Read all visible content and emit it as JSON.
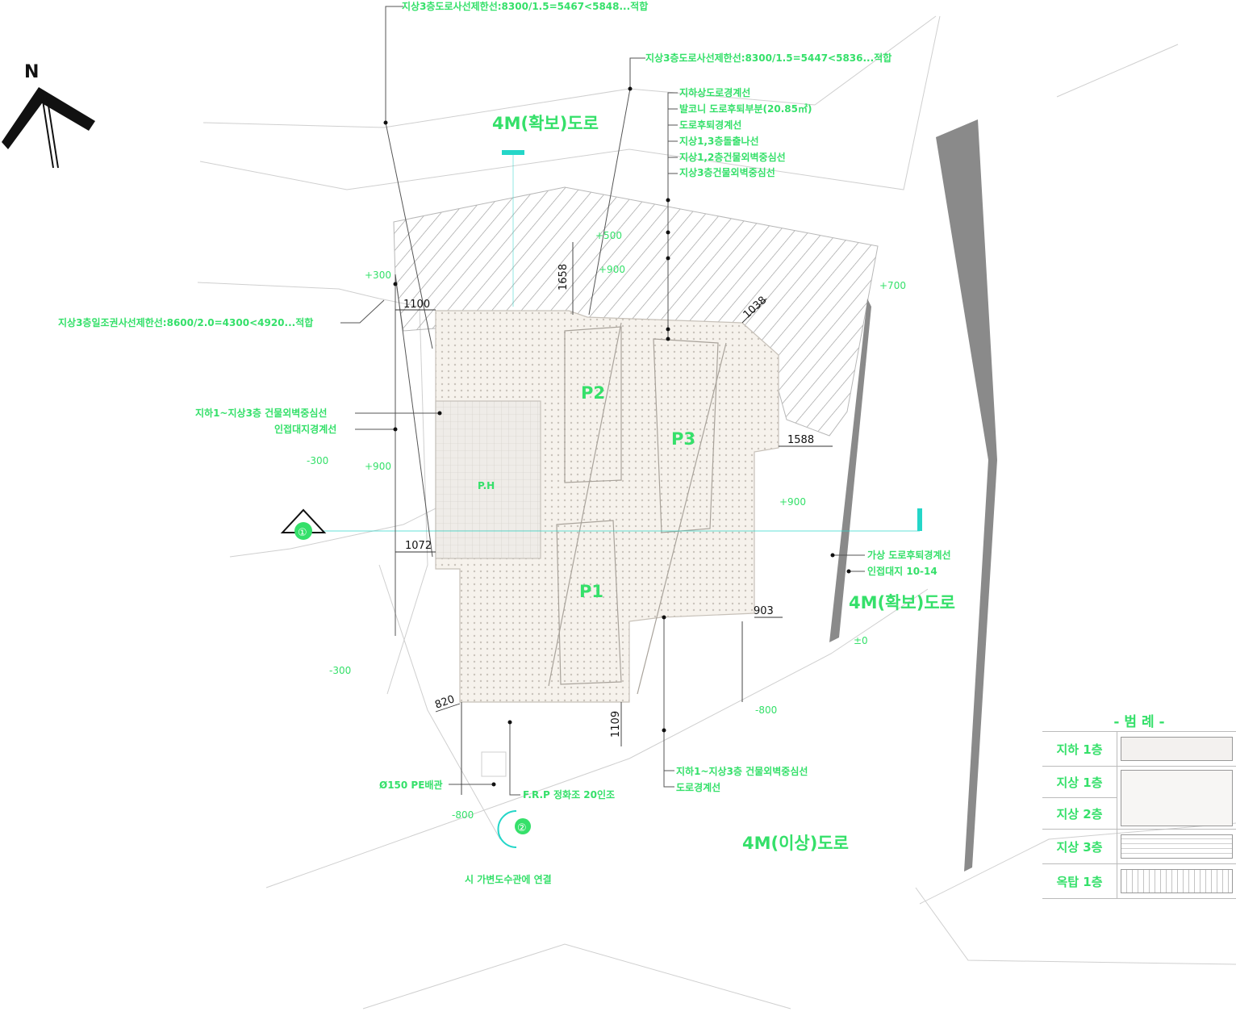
{
  "north": {
    "label": "N"
  },
  "roads": {
    "north": "4M(확보)도로",
    "east": "4M(확보)도로",
    "south": "4M(이상)도로"
  },
  "zones": {
    "p1": "P1",
    "p2": "P2",
    "p3": "P3",
    "ph": "P.H"
  },
  "section_marks": {
    "left": "①",
    "bottom": "②"
  },
  "callouts": {
    "top1": "지상3층도로사선제한선:8300/1.5=5467<5848...적합",
    "top2": "지상3층도로사선제한선:8300/1.5=5447<5836...적합",
    "n1": "지하상도로경계선",
    "n2": "발코니 도로후퇴부분(20.85㎡)",
    "n3": "도로후퇴경계선",
    "n4": "지상1,3층돌출나선",
    "n5": "지상1,2층건물외벽중심선",
    "n6": "지상3층건물외벽중심선",
    "west_slant": "지상3층일조권사선제한선:8600/2.0=4300<4920...적합",
    "west_wall": "지하1~지상3층 건물외벽중심선",
    "west_site": "인접대지경계선",
    "east_road": "가상 도로후퇴경계선",
    "east_lot": "인접대지 10-14",
    "south_wall": "지하1~지상3층 건물외벽중심선",
    "south_road": "도로경계선",
    "pipe_a": "Ø150 PE배관",
    "pipe_b": "F.R.P 정화조 20인조",
    "bottom_note": "시 가변도수관에 연결"
  },
  "dimensions": {
    "d1100": "1100",
    "d1658": "1658",
    "d1038": "1038",
    "d1588": "1588",
    "d1072": "1072",
    "d903": "903",
    "d820": "820",
    "d1109": "1109"
  },
  "levels": {
    "l_top": "+500",
    "l_900a": "+900",
    "l_300a": "+300",
    "l_east": "+700",
    "l_west1": "-300",
    "l_west2": "+900",
    "l_mid": "+900",
    "l_sw": "-300",
    "l_south": "-800",
    "l_se": "-800",
    "l_e0": "±0"
  },
  "legend": {
    "title": "- 범 례 -",
    "rows": [
      "지하 1층",
      "지상 1층",
      "지상 2층",
      "지상 3층",
      "옥탑 1층"
    ]
  },
  "colors": {
    "label_green": "#35e06a",
    "accent_cyan": "#24d6c8",
    "road_grey": "#8a8a8a"
  }
}
